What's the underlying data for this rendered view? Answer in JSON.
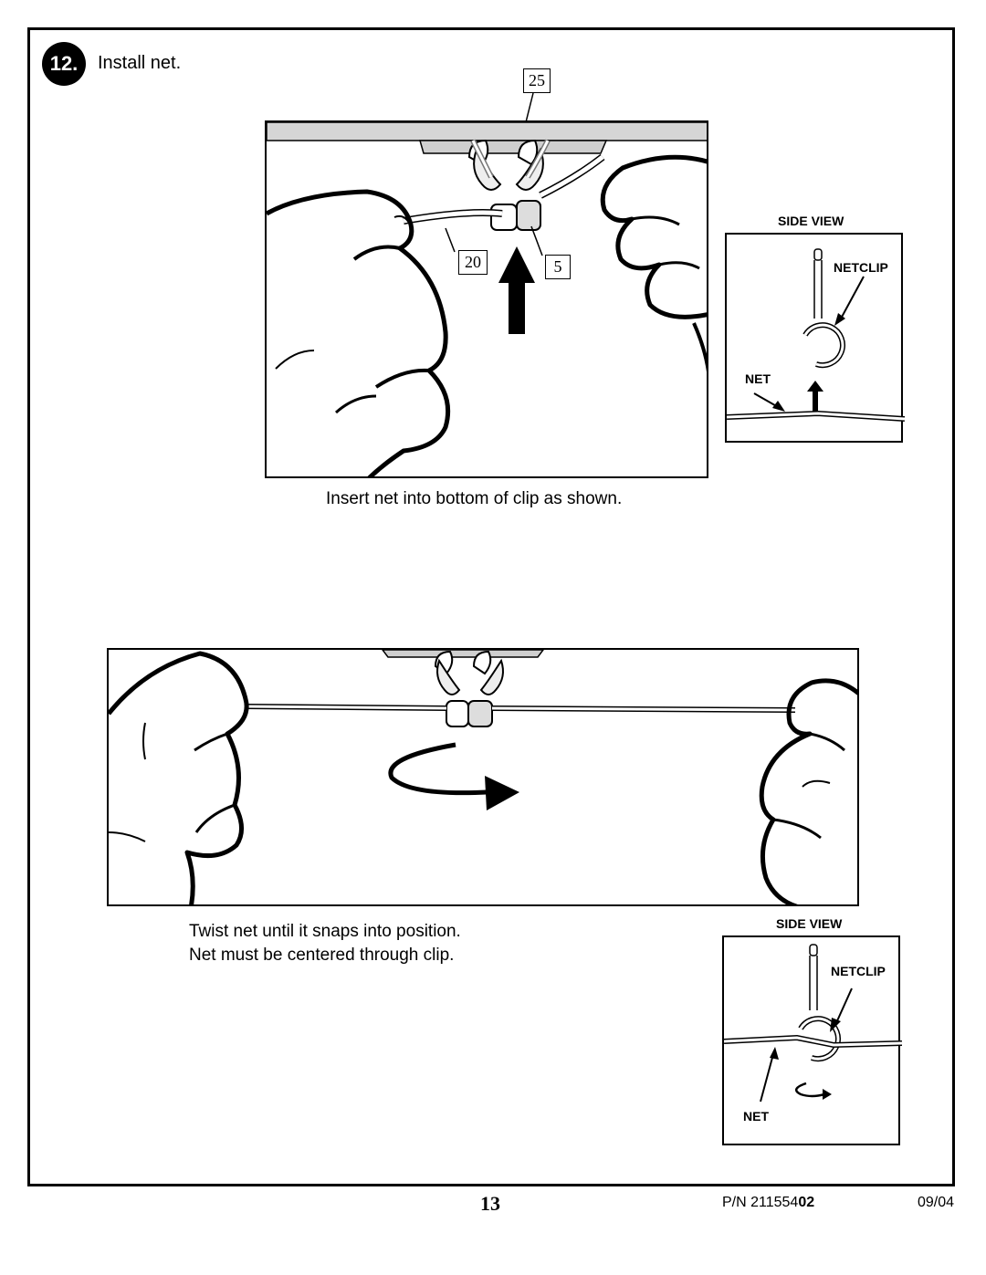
{
  "step": {
    "number": "12.",
    "title": "Install net."
  },
  "top_figure": {
    "callouts": {
      "part_25": "25",
      "part_20": "20",
      "part_5": "5"
    },
    "caption": "Insert net into bottom of clip as shown."
  },
  "side_view_1": {
    "heading": "SIDE VIEW",
    "netclip_label": "NETCLIP",
    "net_label": "NET"
  },
  "bottom_figure": {
    "caption_line1": "Twist net until it snaps into position.",
    "caption_line2": "Net must be centered through clip."
  },
  "side_view_2": {
    "heading": "SIDE VIEW",
    "netclip_label": "NETCLIP",
    "net_label": "NET"
  },
  "footer": {
    "page_number": "13",
    "part_number_prefix": "P/N 211554",
    "part_number_suffix": "02",
    "date": "09/04"
  }
}
